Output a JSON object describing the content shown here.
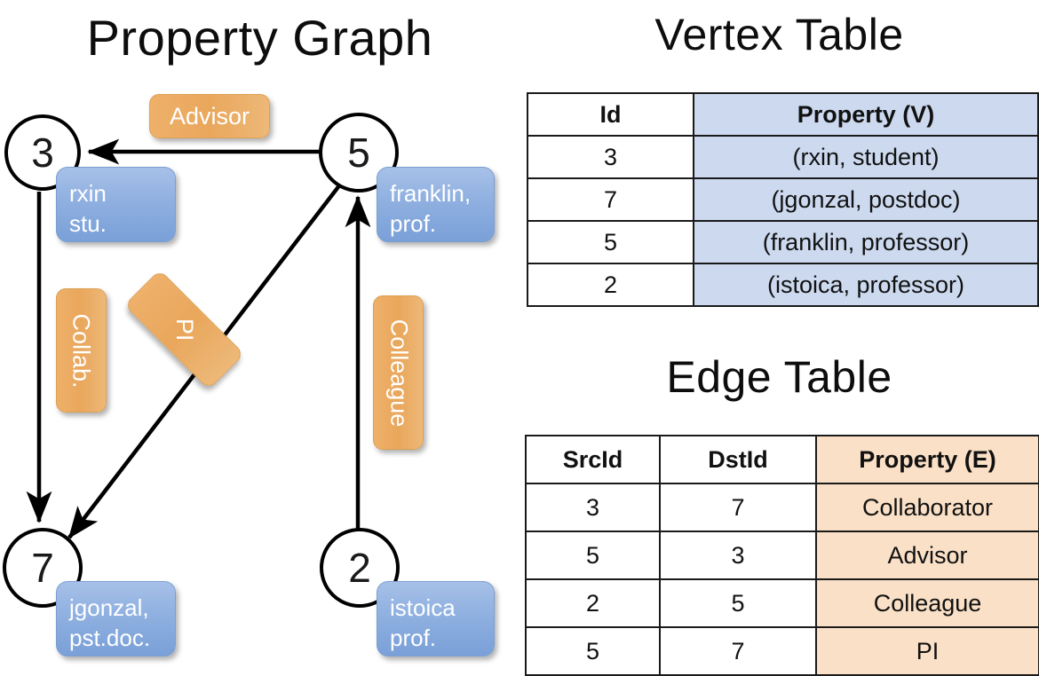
{
  "titles": {
    "property_graph": "Property Graph",
    "vertex_table": "Vertex Table",
    "edge_table": "Edge Table"
  },
  "colors": {
    "vertex_property_fill": "#ccd9ef",
    "edge_property_fill": "#fae0c6",
    "vertex_box_blue": "#8fb0e0",
    "edge_label_orange": "#e9a75c",
    "stroke": "#000000",
    "background": "#ffffff"
  },
  "graph": {
    "nodes": [
      {
        "id": "3",
        "label": "3",
        "property_line1": "rxin",
        "property_line2": "stu."
      },
      {
        "id": "5",
        "label": "5",
        "property_line1": "franklin,",
        "property_line2": "prof."
      },
      {
        "id": "7",
        "label": "7",
        "property_line1": "jgonzal,",
        "property_line2": "pst.doc."
      },
      {
        "id": "2",
        "label": "2",
        "property_line1": "istoica",
        "property_line2": "prof."
      }
    ],
    "edge_labels": [
      {
        "name": "advisor",
        "text": "Advisor",
        "orientation": "horizontal"
      },
      {
        "name": "collab",
        "text": "Collab.",
        "orientation": "vertical"
      },
      {
        "name": "pi",
        "text": "PI",
        "orientation": "diagonal"
      },
      {
        "name": "colleague",
        "text": "Colleague",
        "orientation": "vertical"
      }
    ],
    "edges": [
      {
        "from": "5",
        "to": "3",
        "label": "Advisor"
      },
      {
        "from": "3",
        "to": "7",
        "label": "Collab."
      },
      {
        "from": "5",
        "to": "7",
        "label": "PI"
      },
      {
        "from": "2",
        "to": "5",
        "label": "Colleague"
      }
    ]
  },
  "vertex_table": {
    "headers": [
      "Id",
      "Property (V)"
    ],
    "rows": [
      [
        "3",
        "(rxin, student)"
      ],
      [
        "7",
        "(jgonzal, postdoc)"
      ],
      [
        "5",
        "(franklin, professor)"
      ],
      [
        "2",
        "(istoica, professor)"
      ]
    ]
  },
  "edge_table": {
    "headers": [
      "SrcId",
      "DstId",
      "Property (E)"
    ],
    "rows": [
      [
        "3",
        "7",
        "Collaborator"
      ],
      [
        "5",
        "3",
        "Advisor"
      ],
      [
        "2",
        "5",
        "Colleague"
      ],
      [
        "5",
        "7",
        "PI"
      ]
    ]
  }
}
